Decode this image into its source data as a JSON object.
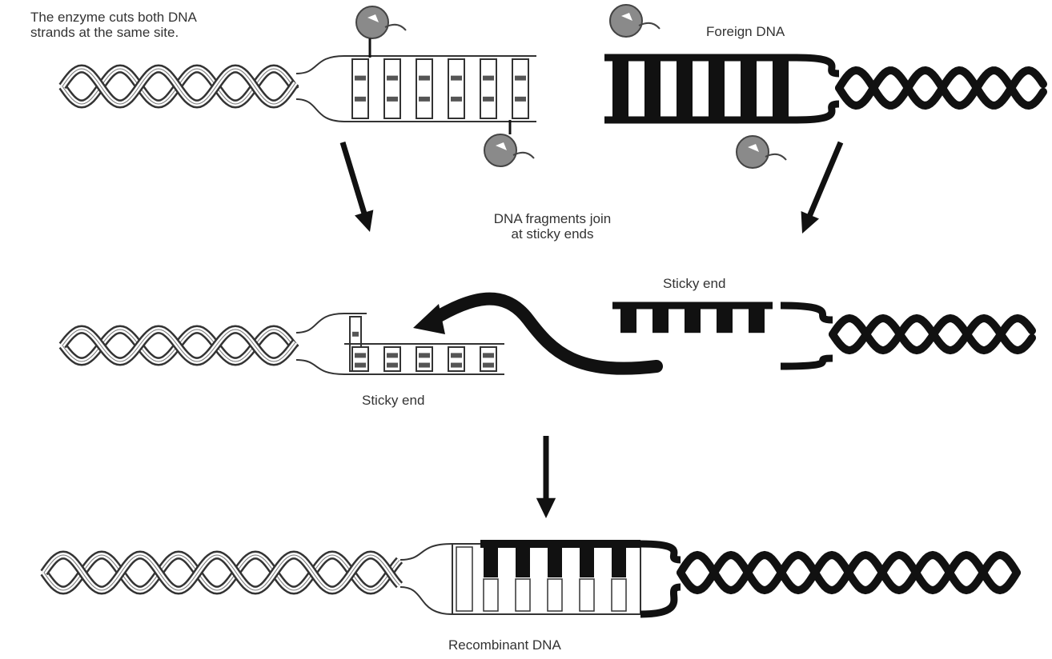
{
  "labels": {
    "enzyme_cuts": [
      "The enzyme cuts both DNA",
      "strands at the same site."
    ],
    "foreign_dna": "Foreign DNA",
    "fragments_join": [
      "DNA fragments join",
      "at sticky ends"
    ],
    "sticky_end_top": "Sticky end",
    "sticky_end_bottom": "Sticky end",
    "recombinant": "Recombinant DNA"
  },
  "icons": [
    "restriction-enzyme-icon",
    "dna-helix",
    "flow-arrow"
  ],
  "colors": {
    "ink": "#111111",
    "enzyme": "#8a8a8a",
    "paper": "#ffffff"
  }
}
